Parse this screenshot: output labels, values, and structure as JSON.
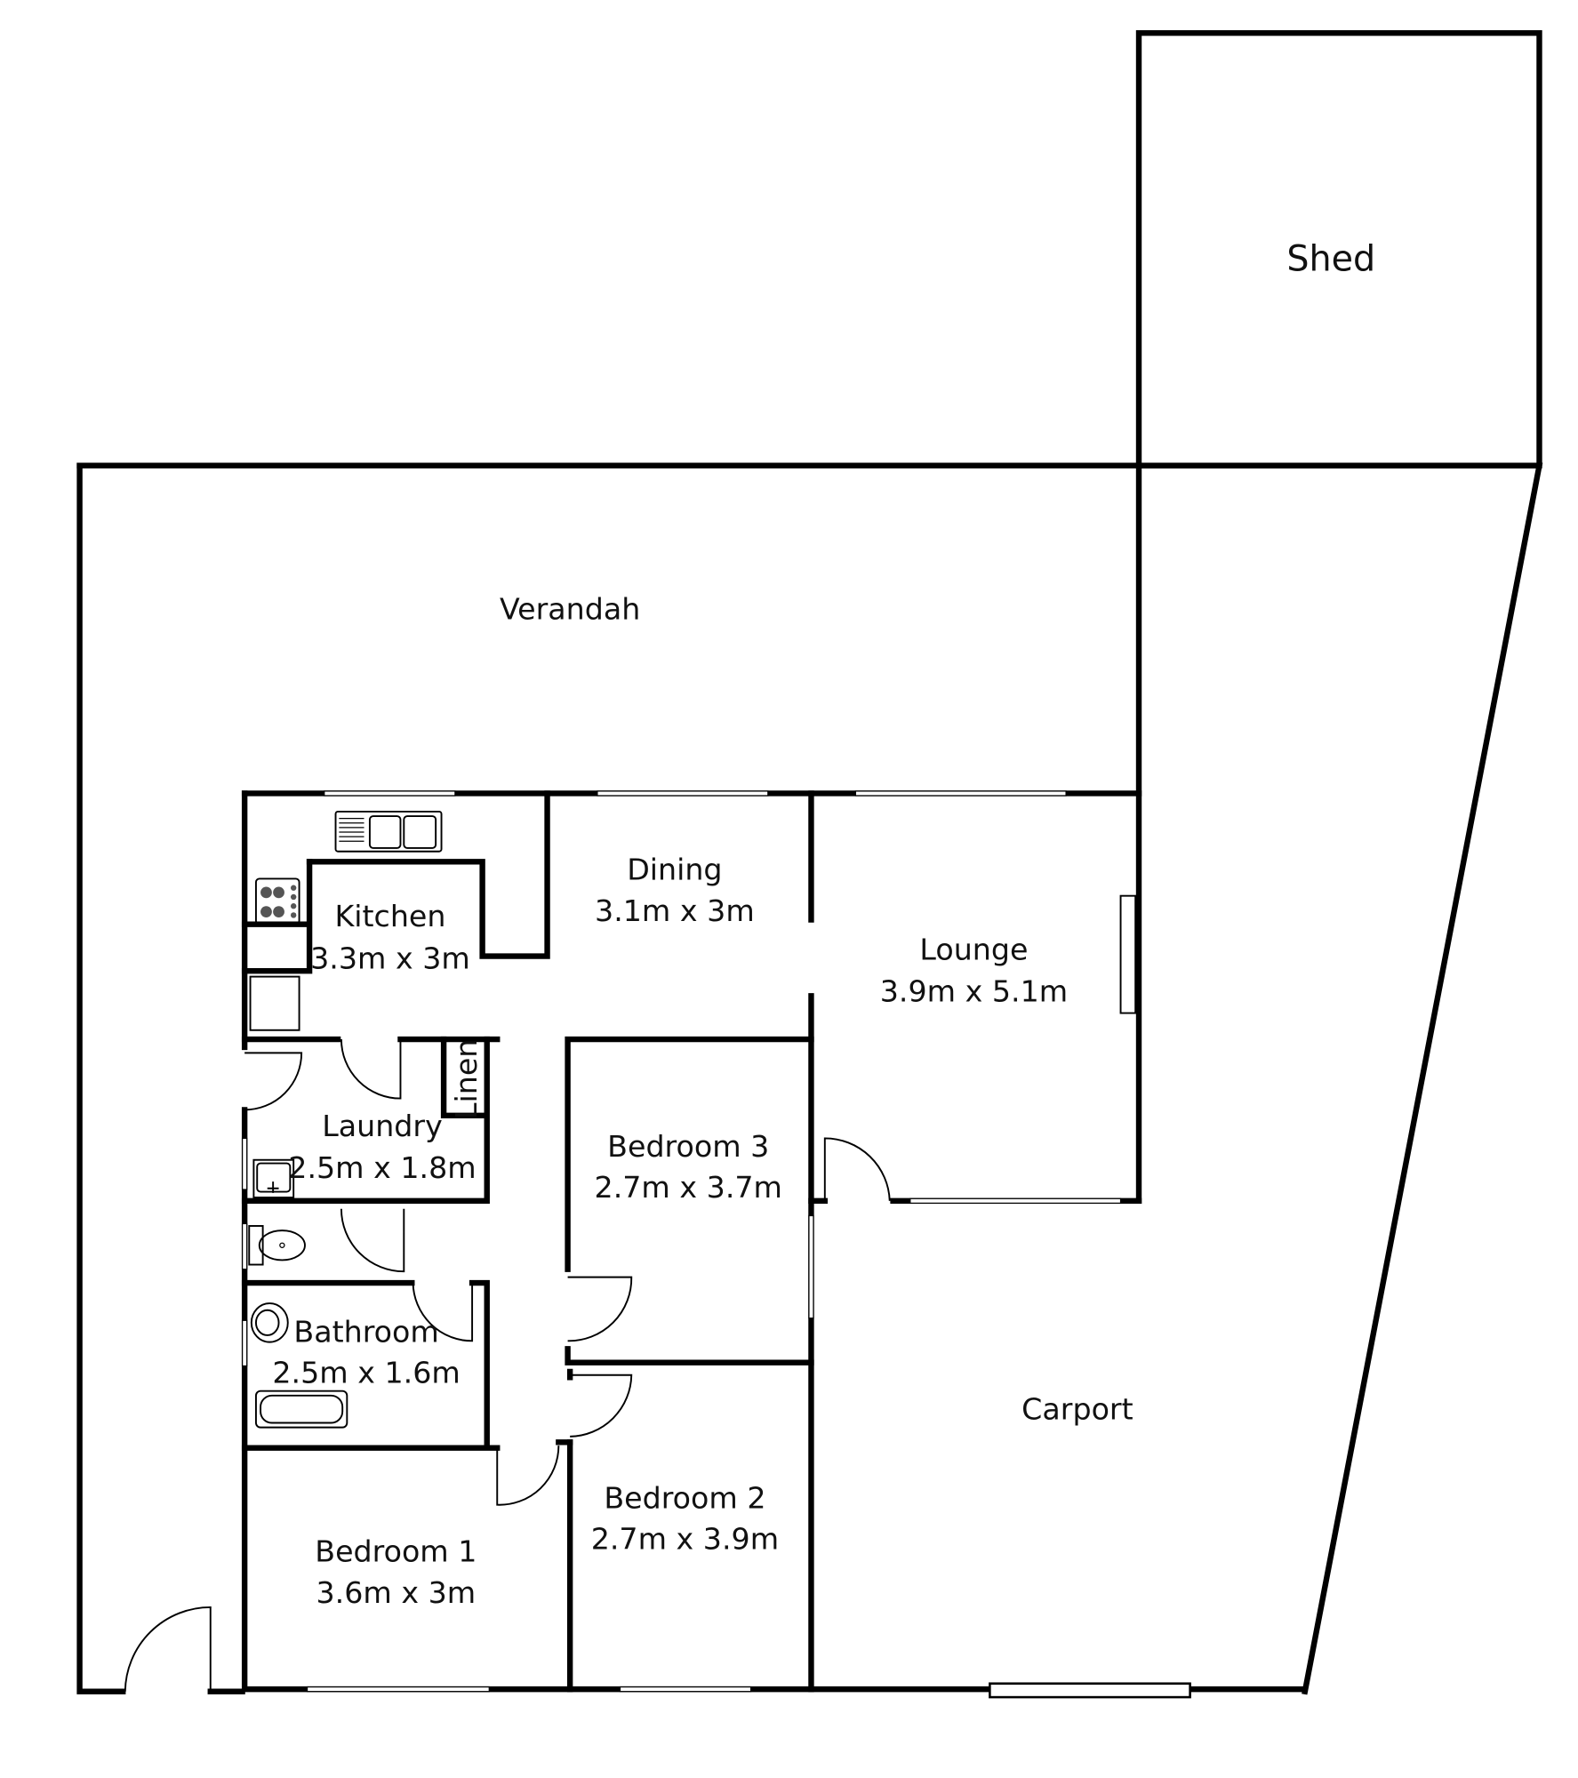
{
  "title": "Floor plan",
  "rooms": {
    "shed": {
      "name": "Shed"
    },
    "verandah": {
      "name": "Verandah"
    },
    "kitchen": {
      "name": "Kitchen",
      "size": "3.3m x 3m"
    },
    "dining": {
      "name": "Dining",
      "size": "3.1m x 3m"
    },
    "lounge": {
      "name": "Lounge",
      "size": "3.9m x 5.1m"
    },
    "laundry": {
      "name": "Laundry",
      "size": "2.5m x 1.8m"
    },
    "linen": {
      "name": "Linen"
    },
    "bedroom3": {
      "name": "Bedroom 3",
      "size": "2.7m x 3.7m"
    },
    "bathroom": {
      "name": "Bathroom",
      "size": "2.5m x 1.6m"
    },
    "carport": {
      "name": "Carport"
    },
    "bedroom2": {
      "name": "Bedroom 2",
      "size": "2.7m x 3.9m"
    },
    "bedroom1": {
      "name": "Bedroom 1",
      "size": "3.6m x 3m"
    }
  },
  "colors": {
    "wall": "#000000",
    "background": "#ffffff"
  }
}
